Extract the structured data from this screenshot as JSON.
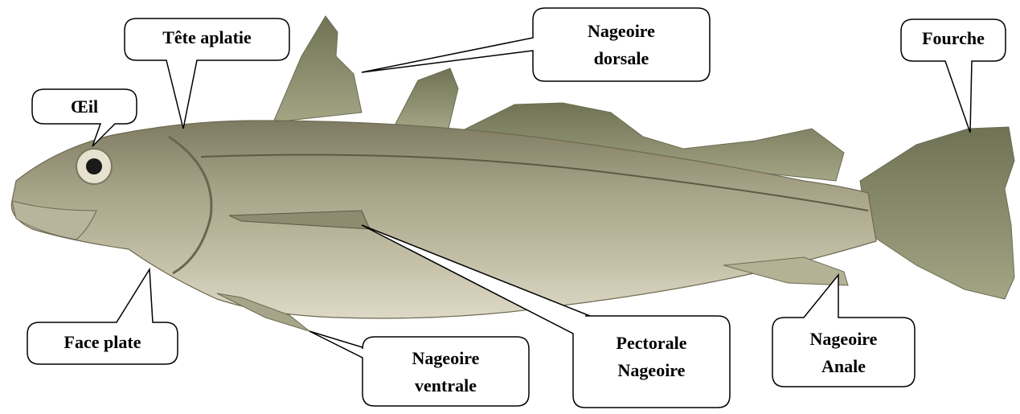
{
  "diagram": {
    "colors": {
      "fish_body": "#a9a58c",
      "fish_back": "#8e8a70",
      "fish_belly": "#d6d2bc",
      "fin": "#8a8c6a",
      "outline": "#000000",
      "callout_fill": "#ffffff"
    },
    "labels": {
      "oeil": "Œil",
      "tete": "Tête aplatie",
      "dorsale_1": "Nageoire",
      "dorsale_2": "dorsale",
      "fourche": "Fourche",
      "face": "Face plate",
      "ventrale_1": "Nageoire",
      "ventrale_2": "ventrale",
      "pectorale_1": "Pectorale",
      "pectorale_2": "Nageoire",
      "anale_1": "Nageoire",
      "anale_2": "Anale"
    }
  }
}
